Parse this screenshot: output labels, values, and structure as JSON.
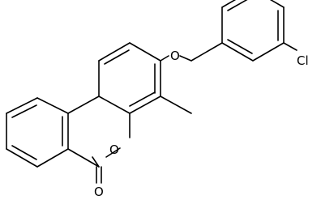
{
  "molecule": {
    "atom_labels": {
      "ether_oxygen": "O",
      "chlorine": "Cl",
      "ring_oxygen": "O",
      "carbonyl_oxygen": "O"
    },
    "colors": {
      "bond": "#000000",
      "text": "#000000",
      "background": "#ffffff"
    }
  }
}
